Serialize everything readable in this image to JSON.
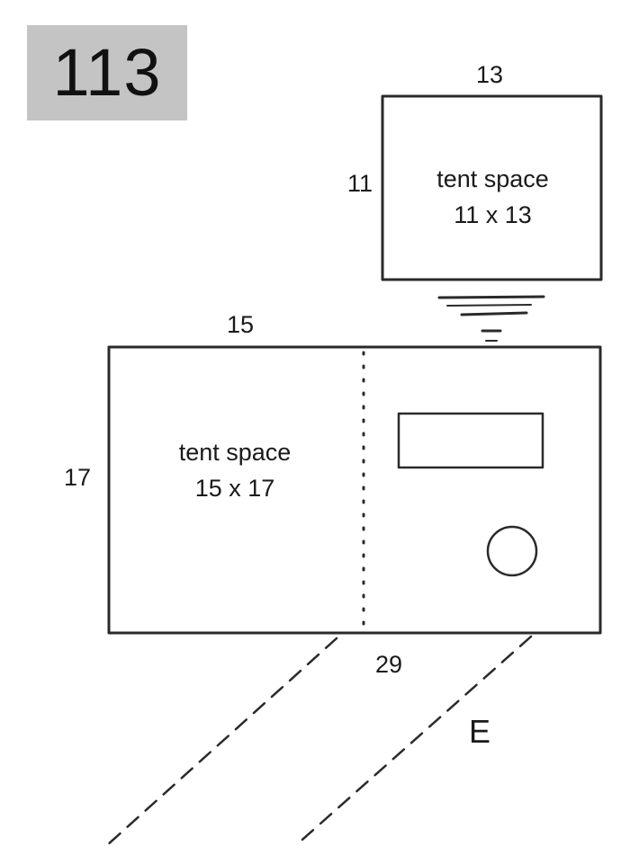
{
  "site": {
    "number": "113"
  },
  "tent_small": {
    "name": "tent space",
    "size": "11 x 13",
    "width_label": "13",
    "depth_label": "11"
  },
  "tent_large": {
    "name": "tent space",
    "size": "15 x 17",
    "width_label": "15",
    "depth_label": "17"
  },
  "pad": {
    "length_label": "29"
  },
  "compass": {
    "direction": "E"
  }
}
